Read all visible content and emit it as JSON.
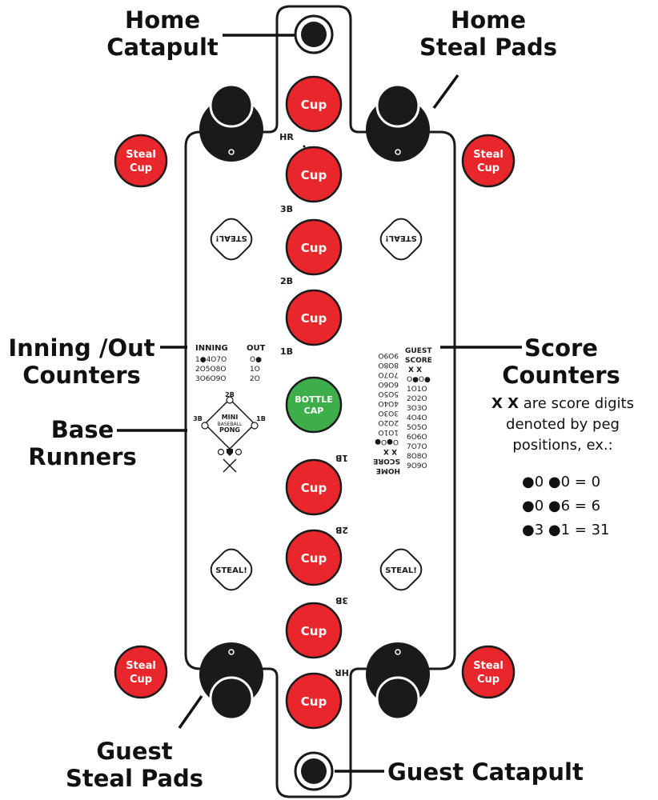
{
  "callouts": {
    "home_catapult": [
      "Home",
      "Catapult"
    ],
    "home_steal_pads": [
      "Home",
      "Steal Pads"
    ],
    "inning_out": [
      "Inning /Out",
      "Counters"
    ],
    "base_runners": [
      "Base",
      "Runners"
    ],
    "score_counters": [
      "Score",
      "Counters"
    ],
    "guest_steal_pads": [
      "Guest",
      "Steal Pads"
    ],
    "guest_catapult": "Guest Catapult"
  },
  "score_note": {
    "prefix": "X X",
    "line1_rest": " are score digits",
    "line2": "denoted by peg",
    "line3": "positions, ex.:",
    "examples": [
      "●0 ●0 = 0",
      "●0 ●6 = 6",
      "●3 ●1 = 31"
    ]
  },
  "cups": {
    "cup_label": "Cup",
    "steal_cup_label": [
      "Steal",
      "Cup"
    ],
    "bottle_cap_label": [
      "BOTTLE",
      "CAP"
    ]
  },
  "steal_label": "STEAL!",
  "base_labels": [
    "HR",
    "3B",
    "2B",
    "1B"
  ],
  "inning_counter": {
    "title": "INNING",
    "out_title": "OUT",
    "rows": [
      "1●4O7O",
      "2O5O8O",
      "3O6O9O"
    ],
    "out_rows": [
      "O●",
      "1O",
      "2O"
    ]
  },
  "score_counter": {
    "title": [
      "GUEST",
      "SCORE"
    ],
    "columns": "X  X",
    "rows": [
      "O●O●",
      "1O1O",
      "2O2O",
      "3O3O",
      "4O4O",
      "5O5O",
      "6O6O",
      "7O7O",
      "8O8O",
      "9O9O"
    ]
  },
  "logo": {
    "line1": "MINI",
    "line2": "BASEBALL",
    "line3": "PONG",
    "bases": [
      "2B",
      "3B",
      "1B"
    ]
  },
  "colors": {
    "cup_red": "#e8262b",
    "bottle_green": "#3dae49",
    "pad_black": "#1a1a1a"
  }
}
